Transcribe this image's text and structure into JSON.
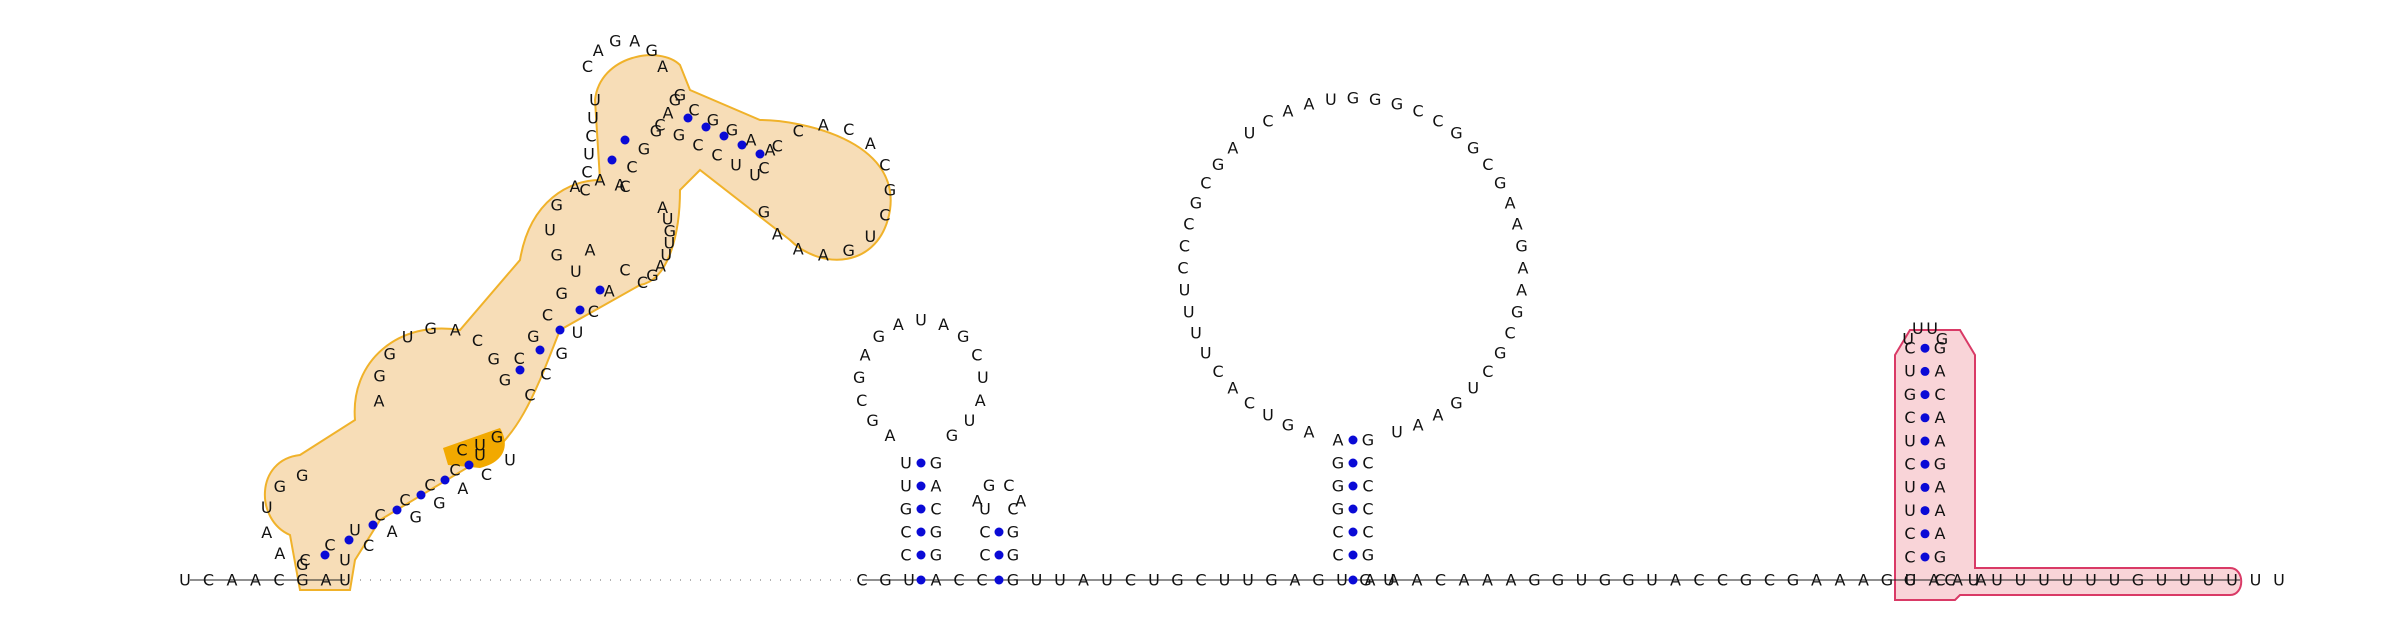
{
  "diagram": {
    "type": "RNA secondary structure",
    "colors": {
      "base_pair": "#0a0ad6",
      "highlight_orange_outline": "#f0b22a",
      "highlight_orange_fill": "#f7ddb7",
      "highlight_orange_accent": "#f2a900",
      "highlight_pink_outline": "#d93a66",
      "highlight_pink_fill": "#f9d4d8"
    },
    "five_prime_tail": [
      "U",
      "C",
      "A",
      "A",
      "C",
      "G",
      "A"
    ],
    "stem_hairpin_1": {
      "left": [
        "C",
        "C",
        "U",
        "C",
        "C",
        "C",
        "C",
        "U"
      ],
      "right": [
        "U",
        "C",
        "A",
        "G",
        "G",
        "A",
        "C",
        "U"
      ],
      "loop_a": [
        "G",
        "A",
        "A",
        "U",
        "G",
        "G"
      ],
      "loop_b": [
        "A",
        "G",
        "G",
        "U",
        "G",
        "A",
        "C",
        "G"
      ],
      "loop_c": [
        "C",
        "A",
        "G",
        "A",
        "G",
        "A"
      ],
      "loop_d": [
        "C",
        "C",
        "C",
        "A",
        "C",
        "A",
        "C",
        "G",
        "C",
        "U",
        "G",
        "A",
        "A",
        "A",
        "G"
      ],
      "accent": [
        "C",
        "U",
        "G"
      ]
    },
    "hairpin_2": {
      "stem_left": [
        "C",
        "C",
        "G",
        "U",
        "U"
      ],
      "stem_right": [
        "G",
        "G",
        "C",
        "A",
        "G"
      ],
      "loop": [
        "A",
        "G",
        "C",
        "G",
        "A",
        "G",
        "A",
        "U",
        "A",
        "G",
        "C",
        "U",
        "A",
        "U",
        "G"
      ]
    },
    "hairpin_3": {
      "stem_left": [
        "C",
        "C",
        "U"
      ],
      "stem_right": [
        "G",
        "G",
        "C"
      ],
      "loop": [
        "A",
        "G",
        "C",
        "A"
      ]
    },
    "linker_1": [
      "G",
      "U",
      "U",
      "A",
      "U",
      "C",
      "U",
      "G",
      "C",
      "U",
      "U",
      "G",
      "A",
      "G",
      "U",
      "G",
      "U"
    ],
    "hairpin_4": {
      "stem_left": [
        "C",
        "C",
        "G",
        "G",
        "G",
        "A"
      ],
      "stem_right": [
        "G",
        "C",
        "C",
        "C",
        "C",
        "G"
      ],
      "loop": [
        "A",
        "G",
        "U",
        "C",
        "A",
        "C",
        "U",
        "U",
        "U",
        "U",
        "C",
        "C",
        "C",
        "G",
        "C",
        "G",
        "A",
        "U",
        "C",
        "A",
        "A",
        "U",
        "G",
        "G",
        "G",
        "C",
        "C",
        "G",
        "G",
        "C",
        "G",
        "A",
        "A",
        "G",
        "A",
        "A",
        "G",
        "C",
        "G",
        "C",
        "U",
        "G",
        "A",
        "A",
        "U"
      ]
    },
    "linker_2": [
      "A",
      "A",
      "A",
      "C",
      "A",
      "A",
      "A",
      "G",
      "G",
      "U",
      "G",
      "G",
      "U",
      "A",
      "C",
      "C",
      "G",
      "C",
      "G",
      "A",
      "A",
      "A",
      "G",
      "U",
      "A",
      "A",
      "A"
    ],
    "hairpin_5": {
      "stem_left": [
        "G",
        "C",
        "C",
        "U",
        "U",
        "C",
        "U",
        "C",
        "G",
        "U",
        "C"
      ],
      "stem_right": [
        "C",
        "G",
        "A",
        "A",
        "A",
        "G",
        "A",
        "A",
        "C",
        "A",
        "G"
      ],
      "loop": [
        "U",
        "U",
        "U",
        "G"
      ]
    },
    "three_prime_tail": [
      "U",
      "U",
      "U",
      "U",
      "U",
      "U",
      "U",
      "G",
      "U",
      "U",
      "U",
      "U",
      "U",
      "U"
    ]
  }
}
